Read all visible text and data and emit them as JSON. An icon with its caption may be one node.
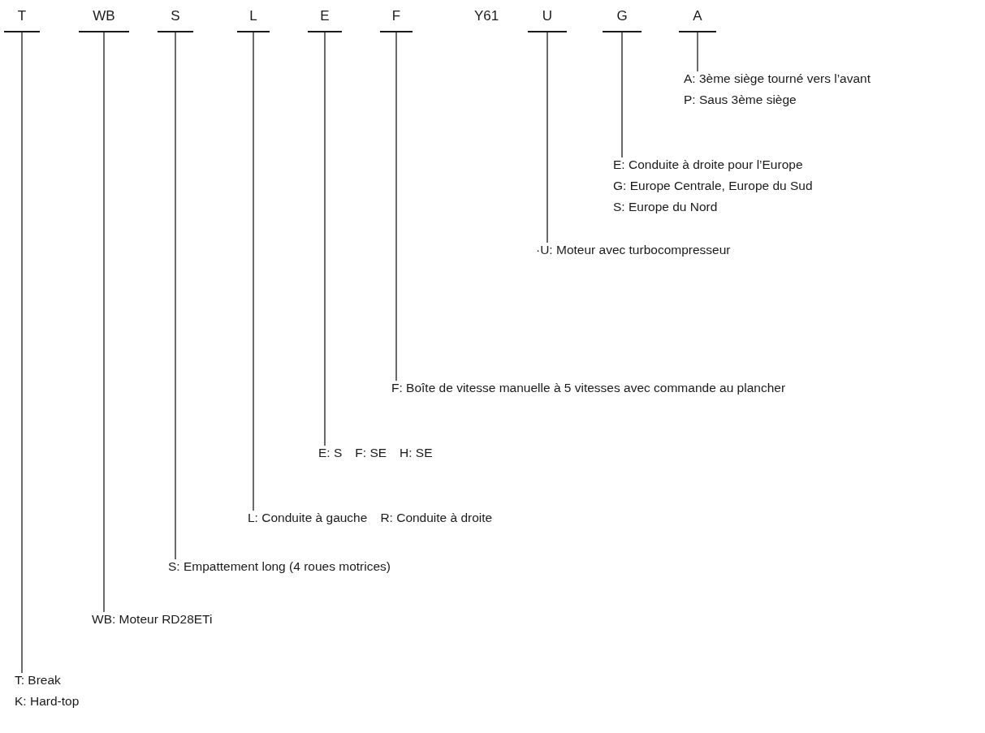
{
  "diagram": {
    "nodes": [
      {
        "text": [
          "T"
        ]
      },
      {
        "text": [
          "WB"
        ]
      },
      {
        "text": [
          "S"
        ]
      },
      {
        "text": [
          "L"
        ]
      },
      {
        "text": [
          "E"
        ]
      },
      {
        "text": [
          "F"
        ]
      },
      {
        "text": [
          "U"
        ]
      },
      {
        "text": [
          "G"
        ]
      },
      {
        "text": [
          "A"
        ]
      },
      {
        "text": [
          "A: 3ème siège tourné vers l’avant",
          "P: Saus 3ème siège"
        ]
      },
      {
        "text": [
          "E: Conduite à droite pour l’Europe",
          "G: Europe Centrale, Europe du Sud",
          "S: Europe du Nord"
        ]
      },
      {
        "text": [
          "·U: Moteur avec turbocompresseur"
        ]
      },
      {
        "text": [
          "F: Boîte de vitesse manuelle à 5 vitesses avec commande au plancher"
        ]
      },
      {
        "text": [
          "E: S",
          "F: SE",
          "H: SE"
        ]
      },
      {
        "text": [
          "L: Conduite à gauche",
          "R: Conduite à droite"
        ]
      },
      {
        "text": [
          "S: Empattement long (4 roues motrices)"
        ]
      },
      {
        "text": [
          "WB: Moteur RD28ETi"
        ]
      },
      {
        "text": [
          "T: Break",
          "K: Hard-top"
        ]
      }
    ],
    "edges": [
      {
        "from": 0,
        "to": 17,
        "arrow": "none"
      },
      {
        "from": 1,
        "to": 16,
        "arrow": "none"
      },
      {
        "from": 2,
        "to": 15,
        "arrow": "none"
      },
      {
        "from": 3,
        "to": 14,
        "arrow": "none"
      },
      {
        "from": 4,
        "to": 13,
        "arrow": "none"
      },
      {
        "from": 5,
        "to": 12,
        "arrow": "none"
      },
      {
        "from": 6,
        "to": 11,
        "arrow": "none"
      },
      {
        "from": 7,
        "to": 10,
        "arrow": "none"
      },
      {
        "from": 8,
        "to": 9,
        "arrow": "none"
      }
    ],
    "labels": [
      "Y61"
    ]
  }
}
